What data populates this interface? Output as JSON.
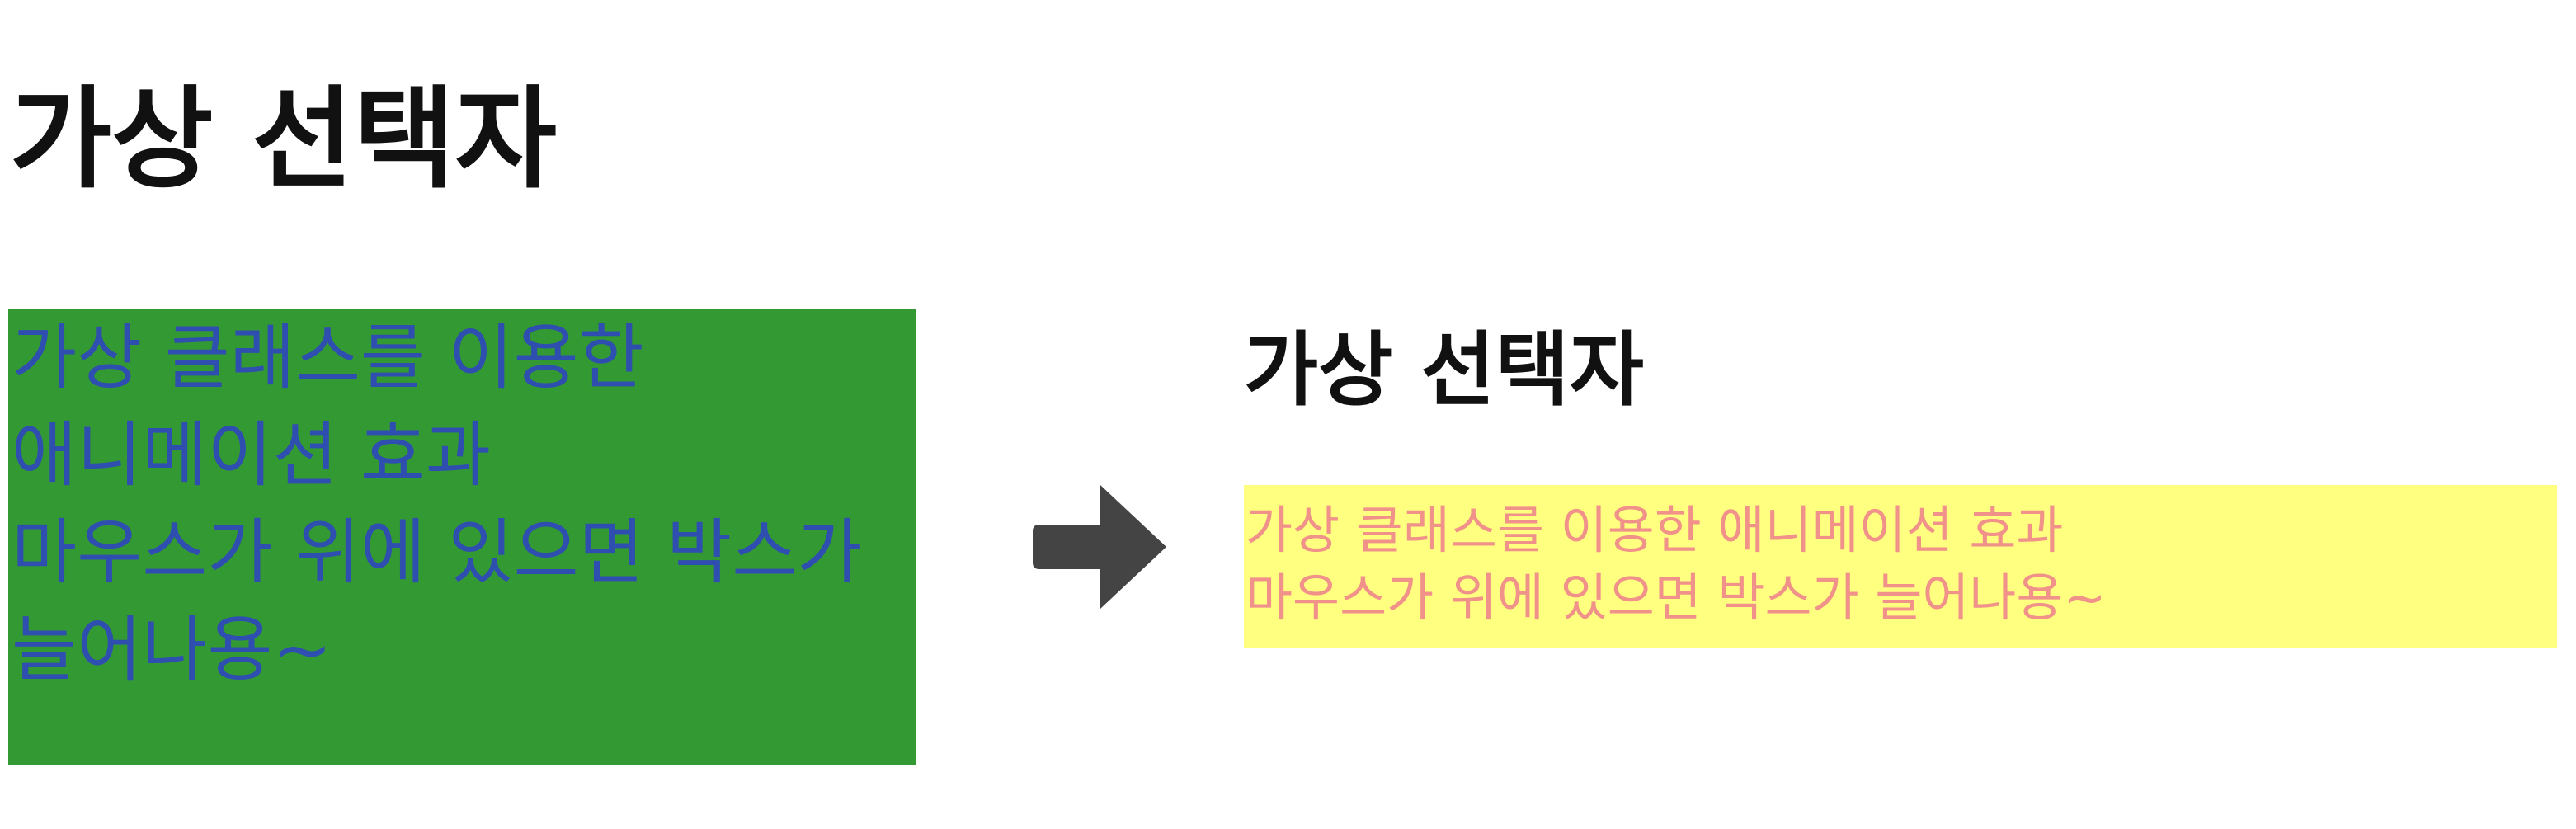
{
  "page": {
    "title": "가상 선택자"
  },
  "before_box": {
    "line1": "가상 클래스를 이용한 애니메이션 효과",
    "line2": "마우스가 위에 있으면 박스가 늘어나용~",
    "bg_color": "#339933",
    "text_color": "#2f4fb0"
  },
  "arrow": {
    "icon": "arrow-right-icon",
    "color": "#444444"
  },
  "preview": {
    "title": "가상 선택자",
    "box": {
      "line1": "가상 클래스를 이용한 애니메이션 효과",
      "line2": "마우스가 위에 있으면 박스가 늘어나용~",
      "bg_color": "#ffff80",
      "text_color": "#f0918a"
    }
  }
}
